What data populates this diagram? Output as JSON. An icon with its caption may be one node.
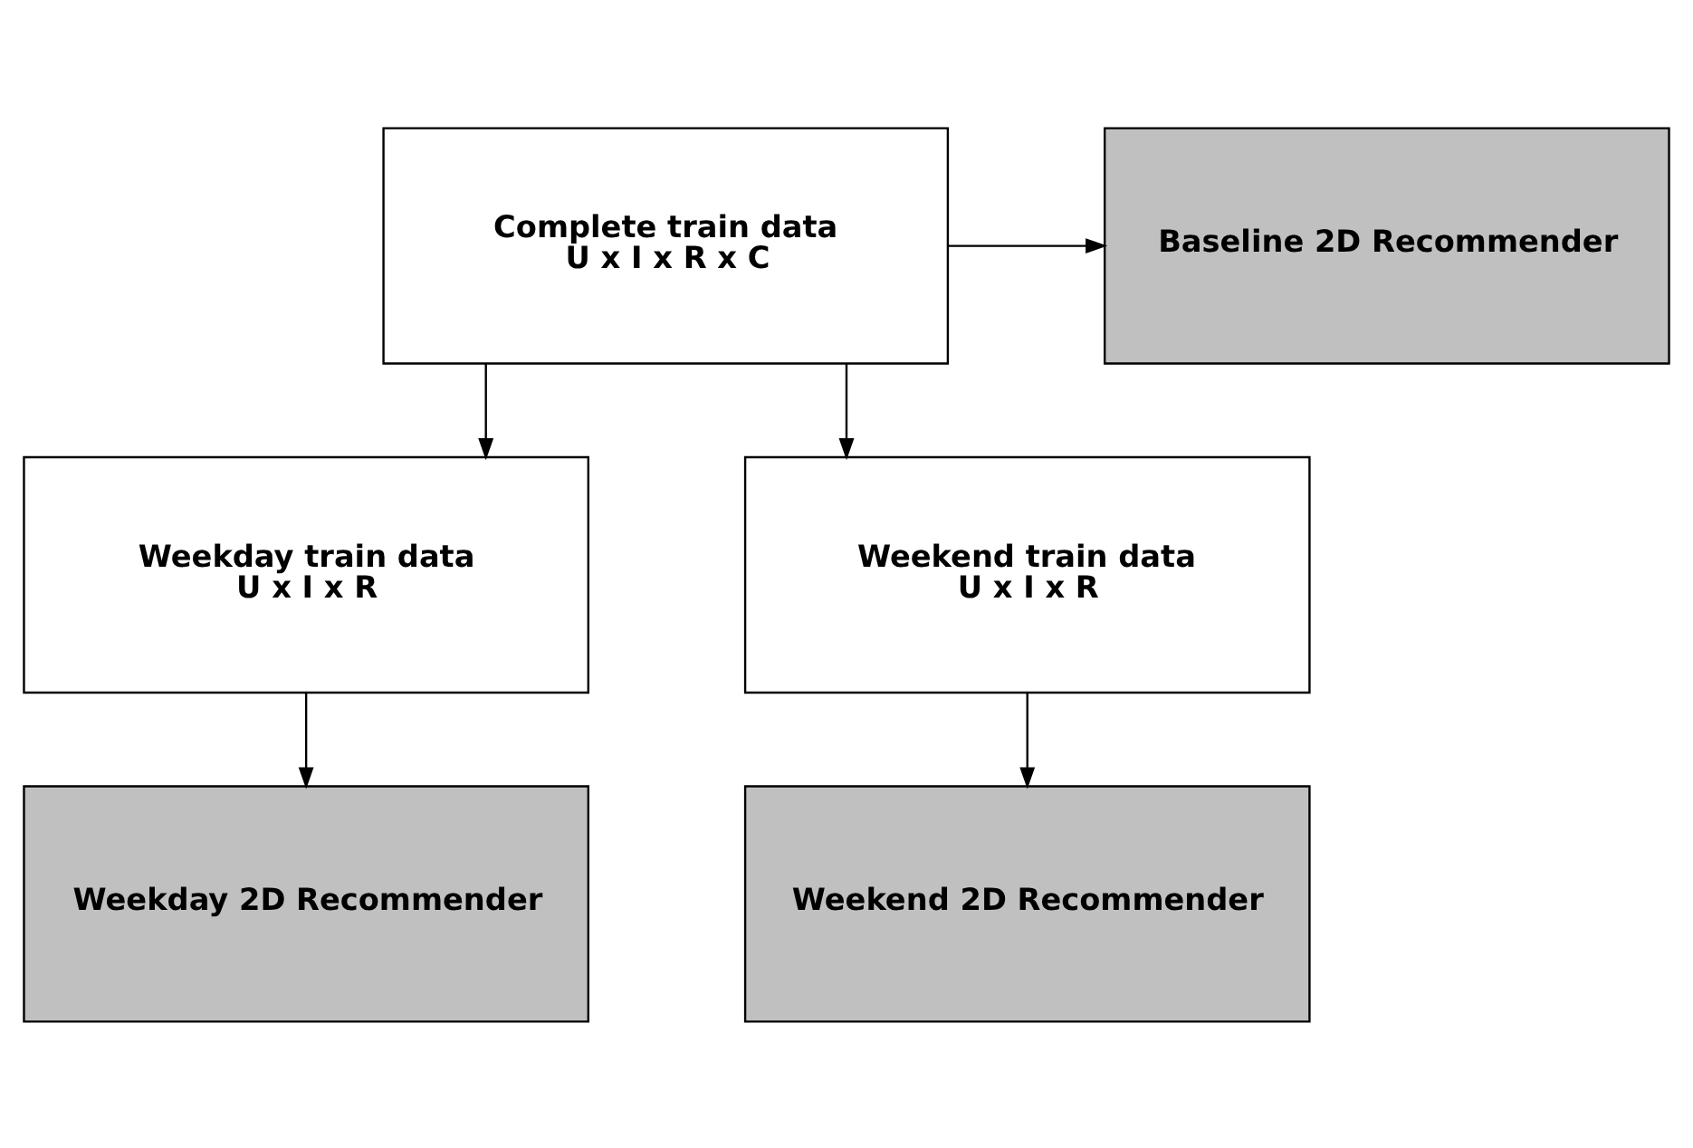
{
  "diagram": {
    "nodes": [
      {
        "text": [
          "Complete train data",
          "U x I x R x C"
        ]
      },
      {
        "text": [
          "Baseline 2D Recommender"
        ]
      },
      {
        "text": [
          "Weekday train data",
          "U x I x R"
        ]
      },
      {
        "text": [
          "Weekend train data",
          "U x I x R"
        ]
      },
      {
        "text": [
          "Weekday 2D Recommender"
        ]
      },
      {
        "text": [
          "Weekend 2D Recommender"
        ]
      }
    ],
    "edges": [
      {
        "from": 0,
        "to": 1,
        "arrow": "to"
      },
      {
        "from": 0,
        "to": 2,
        "arrow": "to"
      },
      {
        "from": 0,
        "to": 3,
        "arrow": "to"
      },
      {
        "from": 2,
        "to": 4,
        "arrow": "to"
      },
      {
        "from": 3,
        "to": 5,
        "arrow": "to"
      }
    ]
  }
}
